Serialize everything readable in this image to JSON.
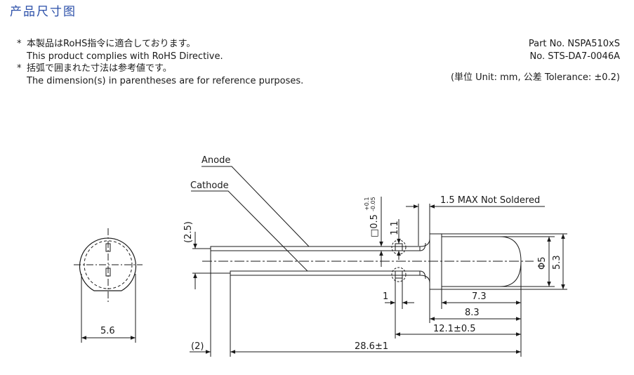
{
  "header": {
    "title": "产品尺寸图"
  },
  "notes": {
    "line1_jp": "本製品はRoHS指令に適合しております。",
    "line1_en": "This product complies with RoHS Directive.",
    "line2_jp": "括弧で囲まれた寸法は参考値です。",
    "line2_en": "The dimension(s) in parentheses are for reference purposes.",
    "bullet": "*"
  },
  "part": {
    "part_no": "Part No. NSPA510xS",
    "doc_no": "No. STS-DA7-0046A",
    "units": "(単位 Unit: mm,  公差 Tolerance: ±0.2)"
  },
  "drawing": {
    "labels": {
      "anode": "Anode",
      "cathode": "Cathode",
      "not_soldered": "1.5 MAX Not Soldered",
      "lead_pitch": "(2.5)",
      "lead_size": "□0.5",
      "lead_tol_plus": "+0.1",
      "lead_tol_minus": "-0.05",
      "stopper_h": "1.1",
      "stopper_w": "1",
      "lens_dia": "Φ5",
      "flange_dia": "5.3",
      "len_7_3": "7.3",
      "len_8_3": "8.3",
      "len_12_1": "12.1±0.5",
      "len_total": "28.6±1",
      "lead_end": "(2)",
      "width_5_6": "5.6"
    }
  }
}
